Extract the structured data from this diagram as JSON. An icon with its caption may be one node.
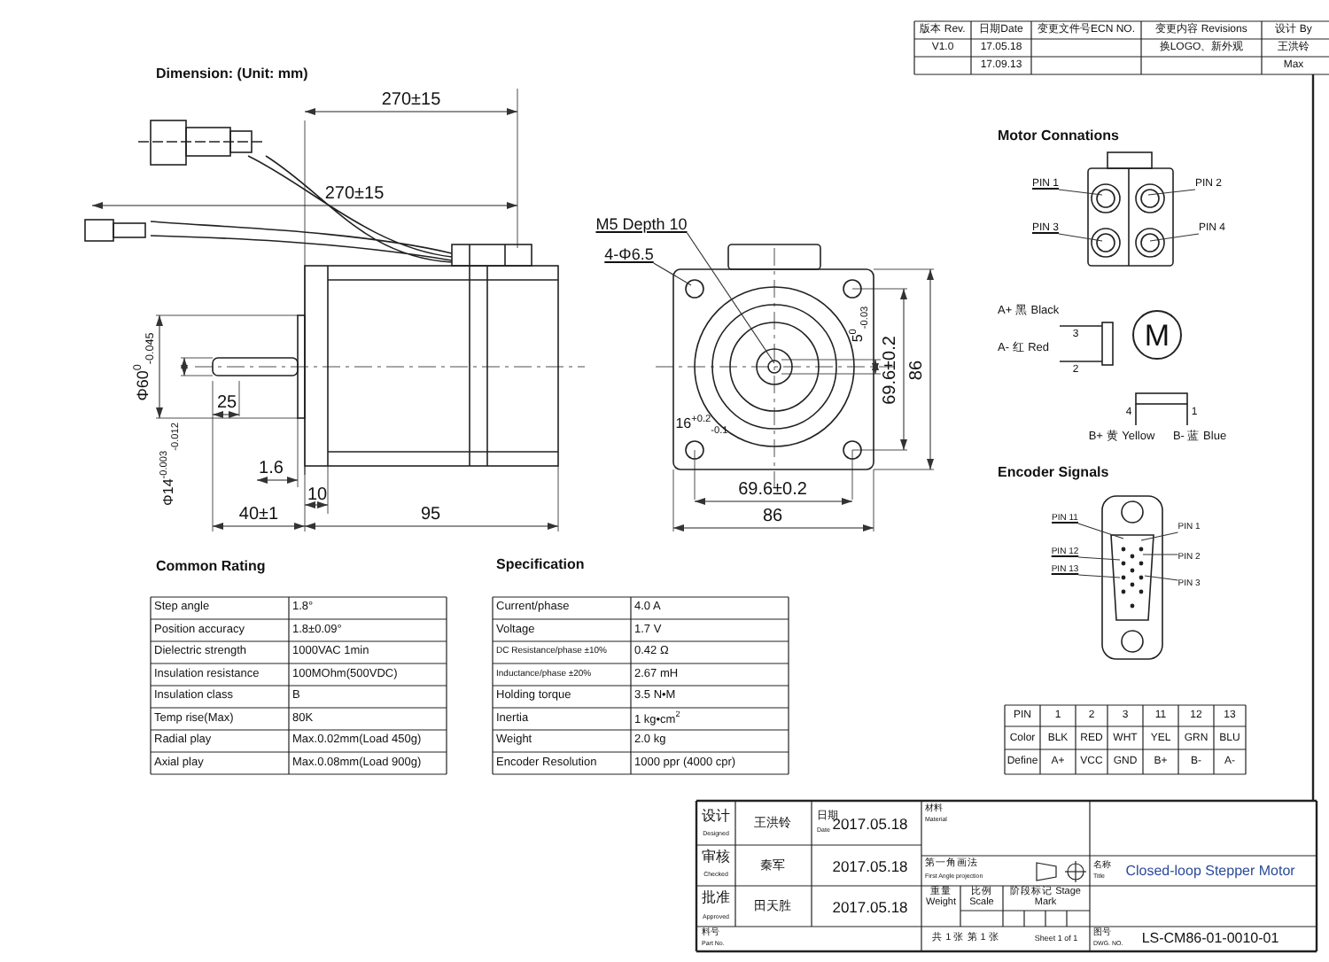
{
  "diagram": {
    "nodes": [
      {
        "text": [
          "M5 Depth 10"
        ]
      },
      {
        "text": [
          "4-Φ6.5"
        ]
      },
      {
        "text": [
          "PIN 1"
        ]
      },
      {
        "text": [
          "PIN 2"
        ]
      },
      {
        "text": [
          "PIN 3"
        ]
      },
      {
        "text": [
          "PIN 4"
        ]
      },
      {
        "text": [
          "PIN 11"
        ]
      },
      {
        "text": [
          "PIN 1"
        ]
      },
      {
        "text": [
          "PIN 12"
        ]
      },
      {
        "text": [
          "PIN 2"
        ]
      },
      {
        "text": [
          "PIN 13"
        ]
      },
      {
        "text": [
          "PIN 3"
        ]
      },
      {
        "text": [
          "M"
        ]
      }
    ],
    "edges": [
      {
        "from": 0,
        "to": null,
        "arrow": "none"
      },
      {
        "from": 1,
        "to": null,
        "arrow": "none"
      },
      {
        "from": 2,
        "to": null,
        "arrow": "none"
      },
      {
        "from": 3,
        "to": null,
        "arrow": "none"
      },
      {
        "from": 4,
        "to": null,
        "arrow": "none"
      },
      {
        "from": 5,
        "to": null,
        "arrow": "none"
      },
      {
        "from": 6,
        "to": null,
        "arrow": "none"
      },
      {
        "from": 7,
        "to": null,
        "arrow": "none"
      },
      {
        "from": 8,
        "to": null,
        "arrow": "none"
      },
      {
        "from": 9,
        "to": null,
        "arrow": "none"
      },
      {
        "from": 10,
        "to": null,
        "arrow": "none"
      },
      {
        "from": 11,
        "to": null,
        "arrow": "none"
      }
    ],
    "labels": [
      "版本 Rev.",
      "日期Date",
      "变更文件号ECN NO.",
      "变更内容 Revisions",
      "设计 By",
      "V1.0",
      "17.05.18",
      "换LOGO、新外观",
      "王洪铃",
      "17.09.13",
      "Max",
      "Dimension: (Unit: mm)",
      "270±15",
      "270±15",
      "Φ60$^{0}$$_{-0.045}$",
      "25",
      "Φ14$^{-0.003}$$_{-0.012}$",
      "1.6",
      "10",
      "40±1",
      "95",
      "5$^{0}$$_{-0.03}$",
      "16$^{+0.2}$$_{-0.1}$",
      "69.6±0.2",
      "86",
      "69.6±0.2",
      "86",
      "Motor Connations",
      "A+ 黑 Black",
      "3",
      "A- 红 Red",
      "2",
      "4",
      "1",
      "B+ 黄 Yellow",
      "B- 蓝 Blue",
      "Encoder Signals",
      "Common Rating",
      "Step angle",
      "1.8°",
      "Position accuracy",
      "1.8±0.09°",
      "Dielectric strength",
      "1000VAC 1min",
      "Insulation resistance",
      "100MOhm(500VDC)",
      "Insulation class",
      "B",
      "Temp rise(Max)",
      "80K",
      "Radial play",
      "Max.0.02mm(Load 450g)",
      "Axial play",
      "Max.0.08mm(Load 900g)",
      "Specification",
      "Current/phase",
      "4.0 A",
      "Voltage",
      "1.7 V",
      "DC Resistance/phase ±10%",
      "0.42 Ω",
      "Inductance/phase ±20%",
      "2.67 mH",
      "Holding torque",
      "3.5 N•M",
      "Inertia",
      "1 kg•cm$^{2}$",
      "Weight",
      "2.0 kg",
      "Encoder Resolution",
      "1000 ppr (4000 cpr)",
      "PIN",
      "1",
      "2",
      "3",
      "11",
      "12",
      "13",
      "Color",
      "BLK",
      "RED",
      "WHT",
      "YEL",
      "GRN",
      "BLU",
      "Define",
      "A+",
      "VCC",
      "GND",
      "B+",
      "B-",
      "A-",
      "设计",
      "Designed",
      "王洪铃",
      "日期",
      "Date",
      "2017.05.18",
      "材料",
      "Material",
      "审核",
      "Checked",
      "秦军",
      "2017.05.18",
      "第一角画法",
      "First Angle projection",
      "批准",
      "Approved",
      "田天胜",
      "2017.05.18",
      "重量Weight",
      "比例 Scale",
      "阶段标记 Stage Mark",
      "名称",
      "Title",
      "Closed-loop Stepper Motor",
      "料号",
      "Part No.",
      "共 1 张 第 1 张",
      "Sheet 1 of 1",
      "图号",
      "DWG. NO.",
      "LS-CM86-01-0010-01"
    ]
  }
}
